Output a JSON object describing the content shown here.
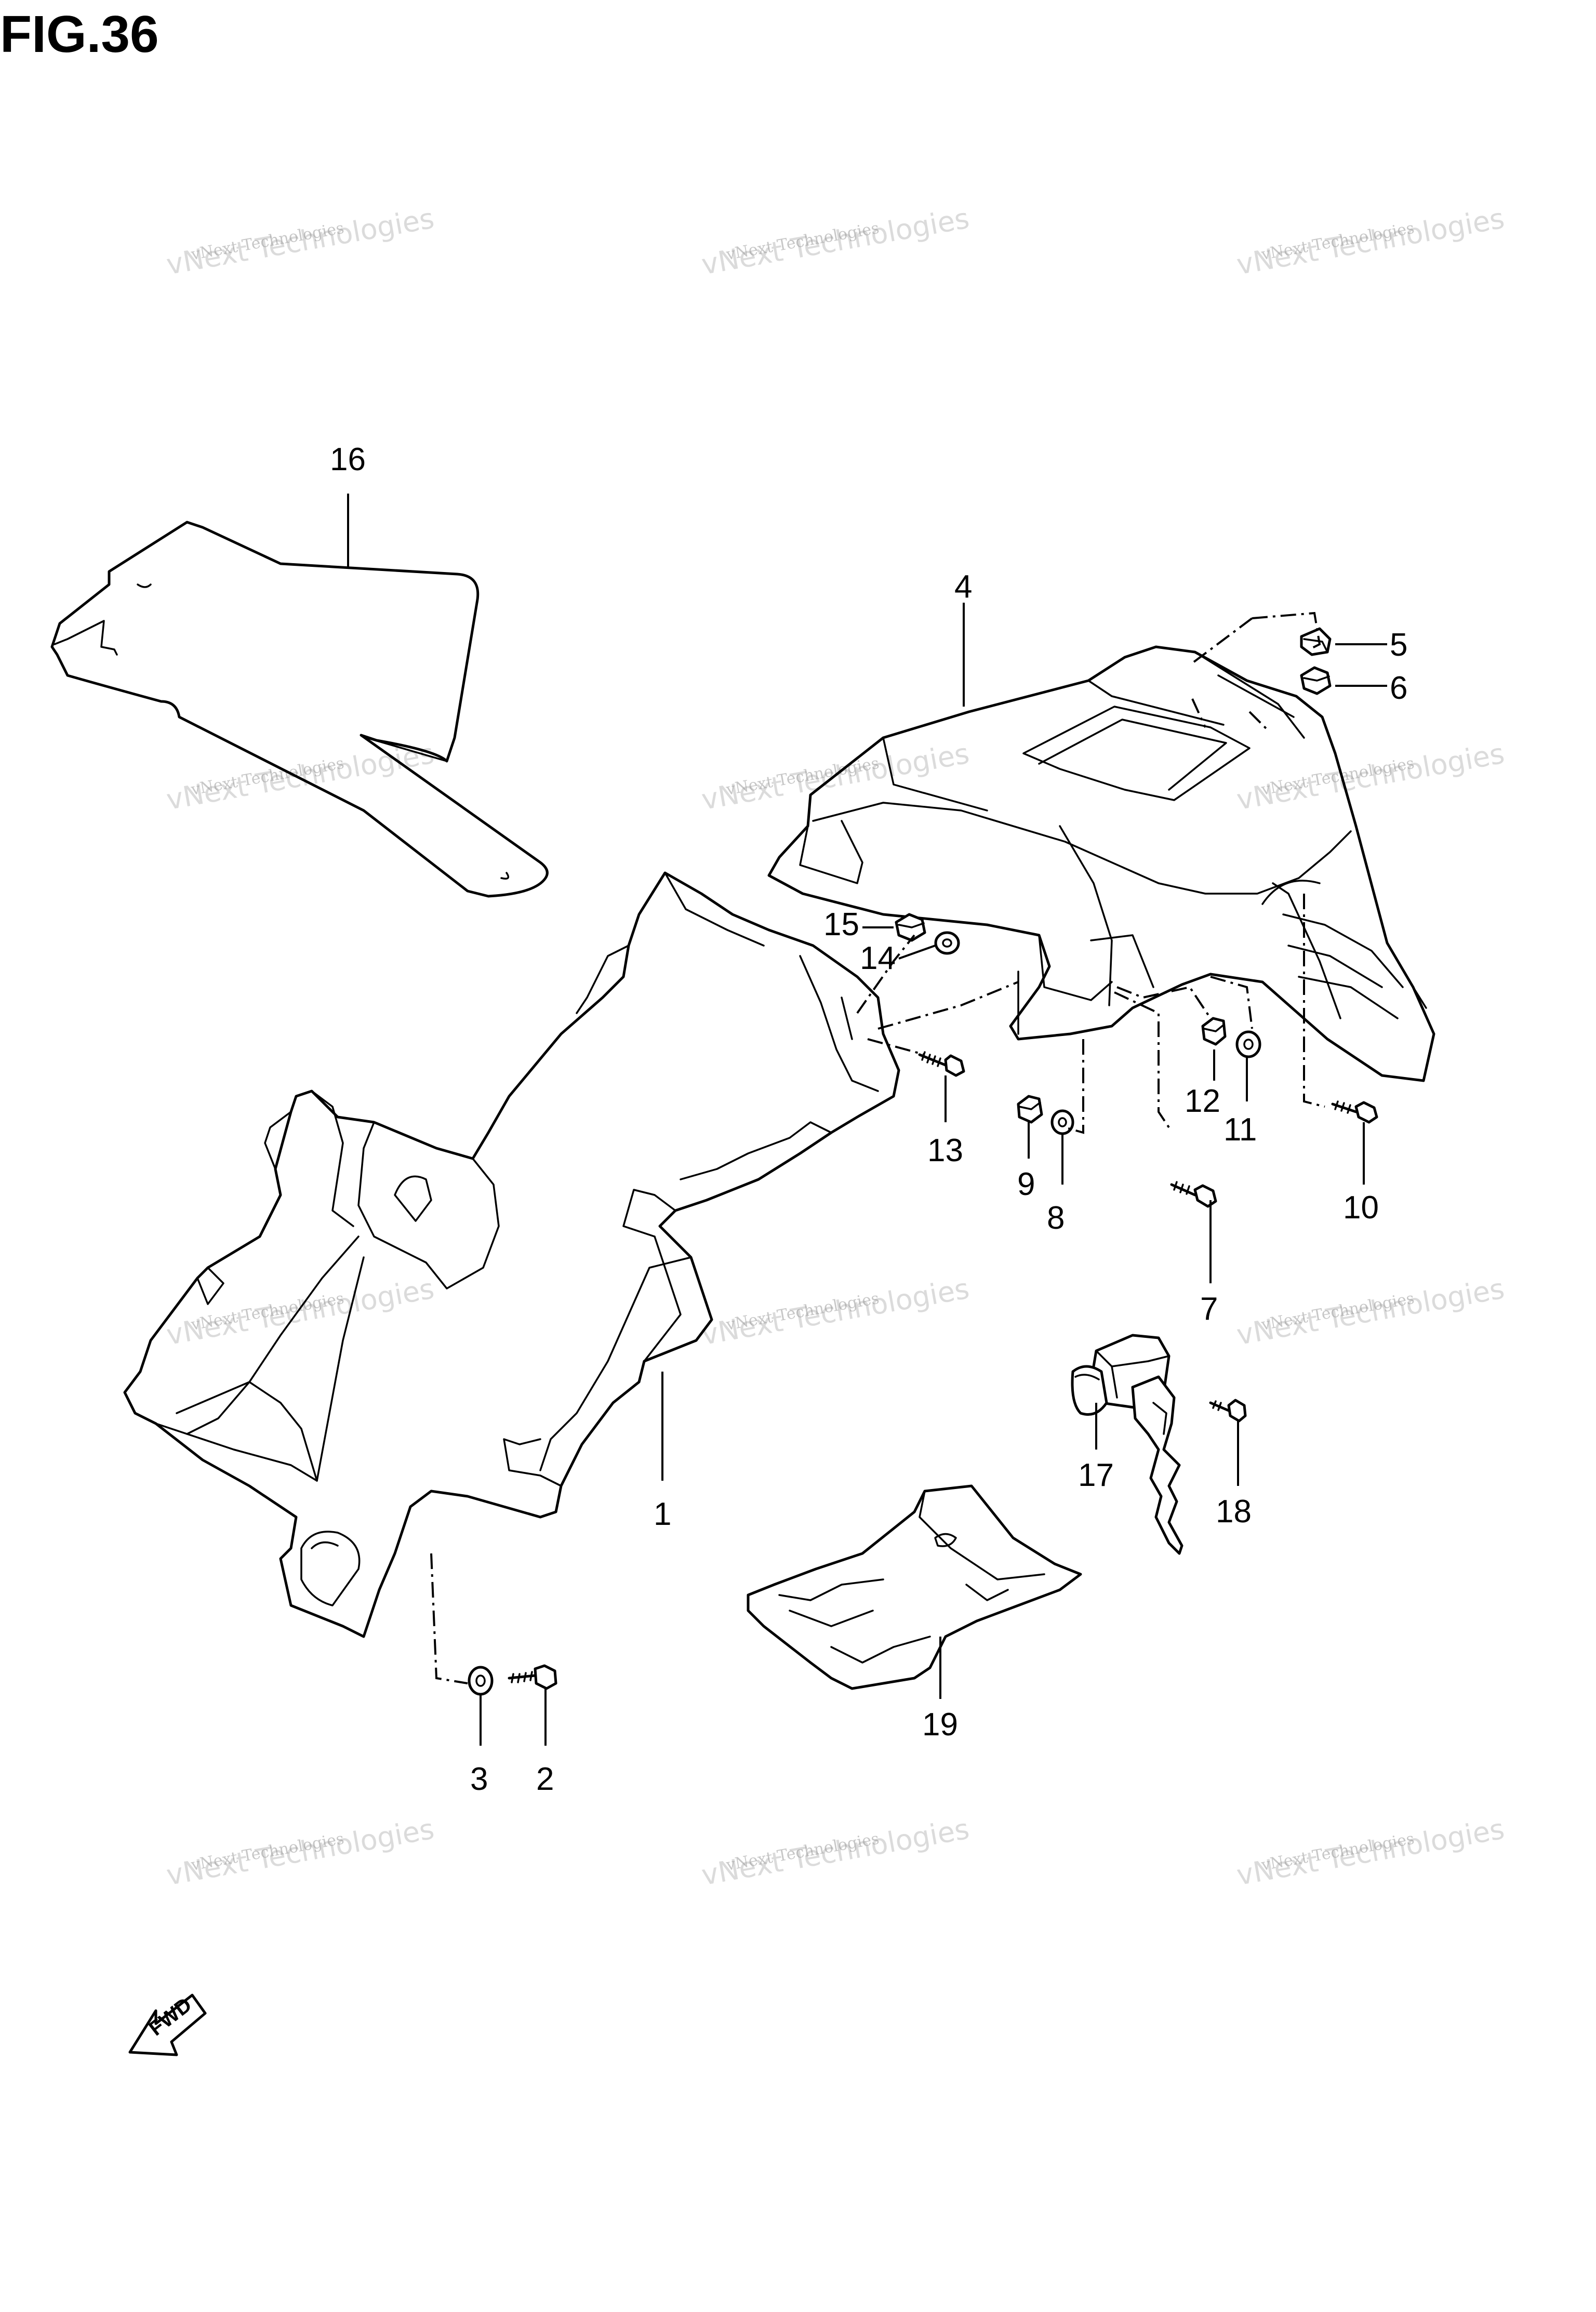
{
  "figure": {
    "title": "FIG.36"
  },
  "watermark": {
    "line1": "vNext Technologies",
    "line2": "vNext Technologies"
  },
  "fwd_badge": {
    "text": "FWD"
  },
  "parts": {
    "p1": "1",
    "p2": "2",
    "p3": "3",
    "p4": "4",
    "p5": "5",
    "p6": "6",
    "p7": "7",
    "p8": "8",
    "p9": "9",
    "p10": "10",
    "p11": "11",
    "p12": "12",
    "p13": "13",
    "p14": "14",
    "p15": "15",
    "p16": "16",
    "p17": "17",
    "p18": "18",
    "p19": "19"
  }
}
